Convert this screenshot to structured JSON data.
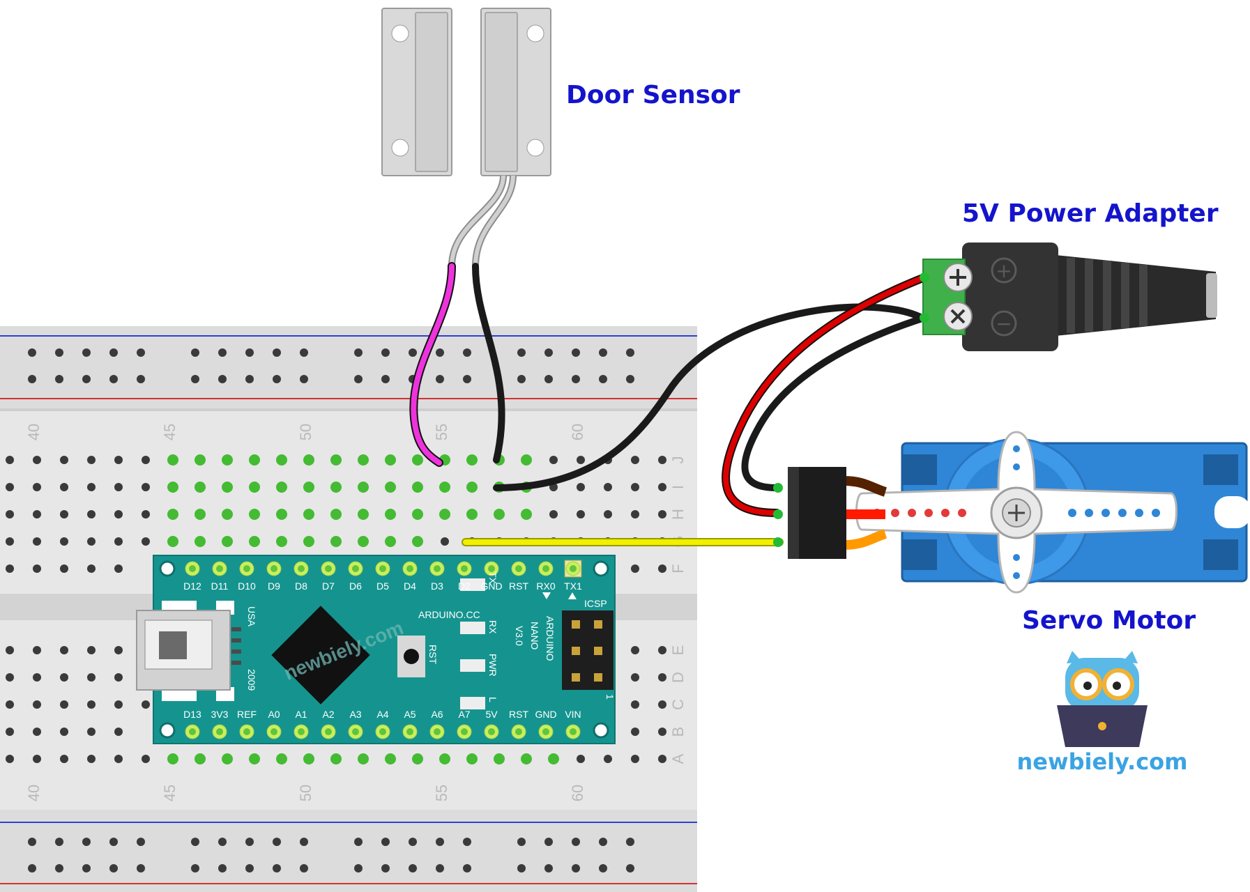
{
  "labels": {
    "door_sensor": "Door Sensor",
    "power_adapter": "5V Power Adapter",
    "servo_motor": "Servo Motor",
    "site": "newbiely.com",
    "watermark": "newbiely.com"
  },
  "breadboard": {
    "column_numbers": [
      "40",
      "45",
      "50",
      "55",
      "60"
    ],
    "row_letters": [
      "J",
      "I",
      "H",
      "G",
      "F",
      "E",
      "D",
      "C",
      "B",
      "A"
    ]
  },
  "nano": {
    "top_pins": [
      "D12",
      "D11",
      "D10",
      "D9",
      "D8",
      "D7",
      "D6",
      "D5",
      "D4",
      "D3",
      "D2",
      "GND",
      "RST",
      "RX0",
      "TX1"
    ],
    "bottom_pins": [
      "D13",
      "3V3",
      "REF",
      "A0",
      "A1",
      "A2",
      "A3",
      "A4",
      "A5",
      "A6",
      "A7",
      "5V",
      "RST",
      "GND",
      "VIN"
    ],
    "brand": "ARDUINO.CC",
    "model_lines": [
      "ARDUINO",
      "NANO",
      "V3.0"
    ],
    "usa": "USA",
    "year": "2009",
    "icsp": "ICSP",
    "rst": "RST",
    "leds": [
      "TX",
      "RX",
      "PWR",
      "L"
    ],
    "pin_one": "1"
  },
  "adapter": {
    "plus": "+",
    "minus": "−"
  },
  "colors": {
    "title_blue": "#1414cc",
    "site_blue": "#3aa3e3",
    "board_teal": "#15948f",
    "wire_magenta": "#ee33dd",
    "wire_black": "#1a1a1a",
    "wire_red": "#dd0000",
    "wire_yellow": "#f0f000",
    "servo_blue": "#2f86d6"
  }
}
